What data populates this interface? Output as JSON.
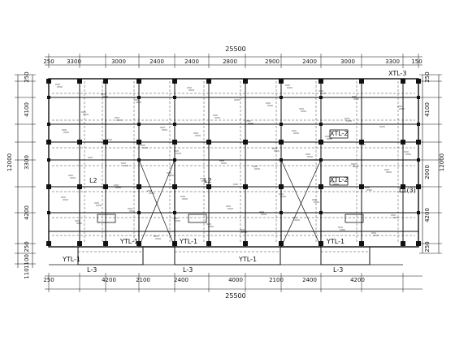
{
  "drawing": {
    "overall_top": "25500",
    "overall_bottom": "25500",
    "top_dims": [
      "250",
      "3300",
      "3000",
      "2400",
      "2400",
      "2800",
      "2900",
      "2400",
      "3000",
      "3300",
      "150"
    ],
    "bottom_dims": [
      "250",
      "4200",
      "2100",
      "2400",
      "4000",
      "2100",
      "2400",
      "4200"
    ],
    "left_dims": [
      "250",
      "4100",
      "12000",
      "3300",
      "4200",
      "250",
      "1100",
      "110"
    ],
    "right_dims": [
      "250",
      "4100",
      "12000",
      "2000",
      "4200",
      "250"
    ],
    "labels": {
      "xtl_top": "XTL-3",
      "xtl_2a": "XTL-2",
      "xtl_2b": "XTL-2",
      "l2_left": "L2",
      "l2_mid": "L2",
      "l1_right": "L1(3)",
      "ytl_left": "YTL-1",
      "ytl_left2": "YTL-1",
      "ytl_mid": "YTL-1",
      "ytl_mid2": "YTL-1",
      "ytl_right": "YTL-1",
      "l3_a": "L-3",
      "l3_b": "L-3",
      "l3_c": "L-3"
    }
  }
}
